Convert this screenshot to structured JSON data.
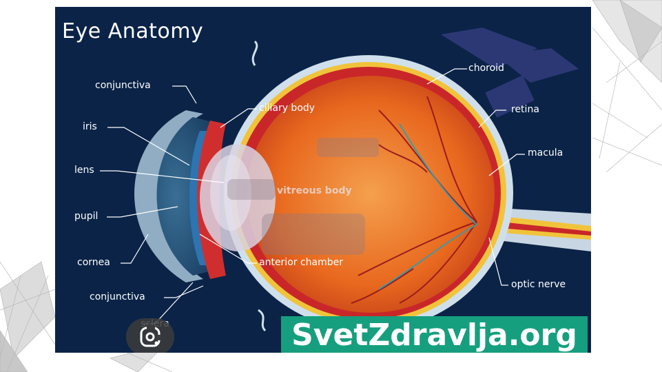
{
  "diagram": {
    "title": "Eye Anatomy",
    "labels": {
      "conjunctiva_top": "conjunctiva",
      "iris": "iris",
      "lens": "lens",
      "pupil": "pupil",
      "cornea": "cornea",
      "conjunctiva_bottom": "conjunctiva",
      "sclera": "sclera",
      "ciliary_body": "ciliary body",
      "vitreous_body": "vitreous body",
      "anterior_chamber": "anterior chamber",
      "choroid": "choroid",
      "retina": "retina",
      "macula": "macula",
      "optic_nerve": "optic nerve"
    }
  },
  "watermark": {
    "banner_text": "SvetZdravlja.org"
  },
  "overlay": {
    "lens_icon": "google-lens-icon"
  },
  "colors": {
    "panel_bg": "#0b2347",
    "eyeball": "#e8681e",
    "banner": "#169f7e"
  }
}
